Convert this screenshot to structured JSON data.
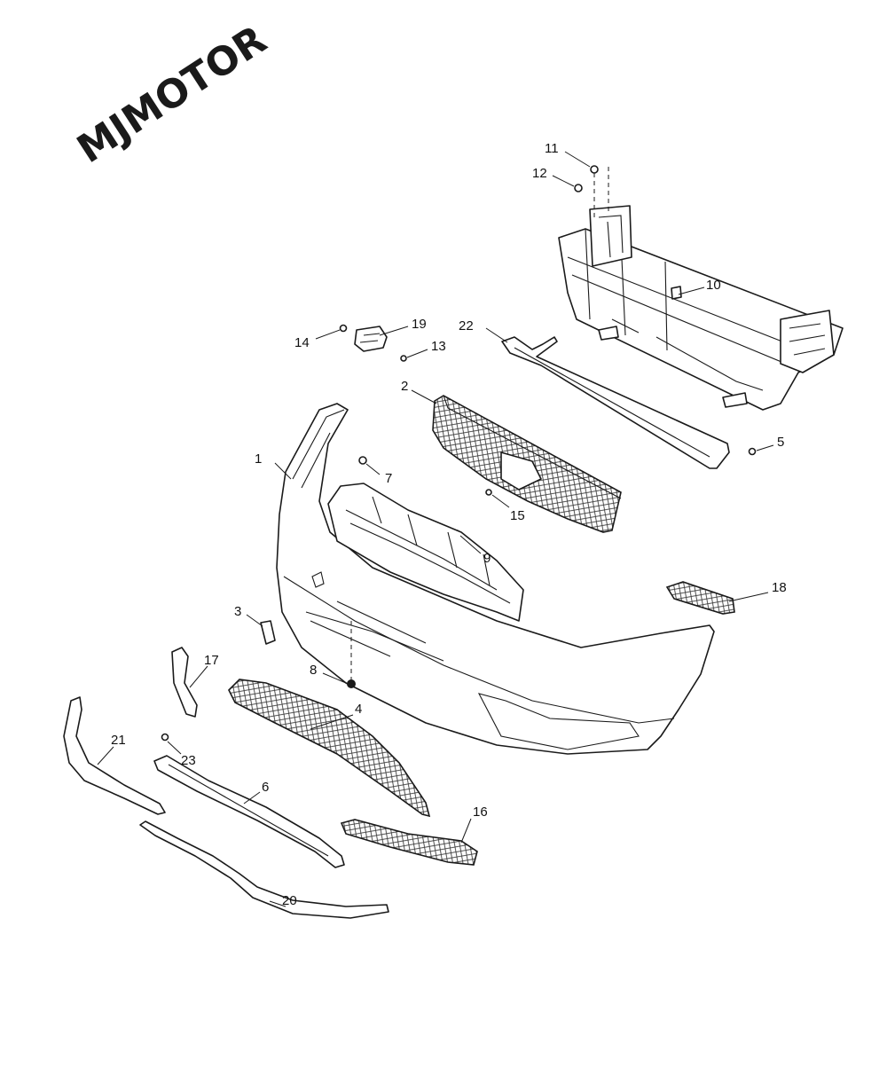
{
  "watermark": {
    "text": "MJMOTOR"
  },
  "callouts": [
    {
      "id": "c1",
      "label": "1"
    },
    {
      "id": "c2",
      "label": "2"
    },
    {
      "id": "c3",
      "label": "3"
    },
    {
      "id": "c4",
      "label": "4"
    },
    {
      "id": "c5",
      "label": "5"
    },
    {
      "id": "c6",
      "label": "6"
    },
    {
      "id": "c7",
      "label": "7"
    },
    {
      "id": "c8",
      "label": "8"
    },
    {
      "id": "c9",
      "label": "9"
    },
    {
      "id": "c10",
      "label": "10"
    },
    {
      "id": "c11",
      "label": "11"
    },
    {
      "id": "c12",
      "label": "12"
    },
    {
      "id": "c13",
      "label": "13"
    },
    {
      "id": "c14",
      "label": "14"
    },
    {
      "id": "c15",
      "label": "15"
    },
    {
      "id": "c16",
      "label": "16"
    },
    {
      "id": "c17",
      "label": "17"
    },
    {
      "id": "c18",
      "label": "18"
    },
    {
      "id": "c19",
      "label": "19"
    },
    {
      "id": "c20",
      "label": "20"
    },
    {
      "id": "c21",
      "label": "21"
    },
    {
      "id": "c22",
      "label": "22"
    },
    {
      "id": "c23",
      "label": "23"
    }
  ],
  "colors": {
    "line": "#1a1a1a",
    "background": "#ffffff"
  }
}
